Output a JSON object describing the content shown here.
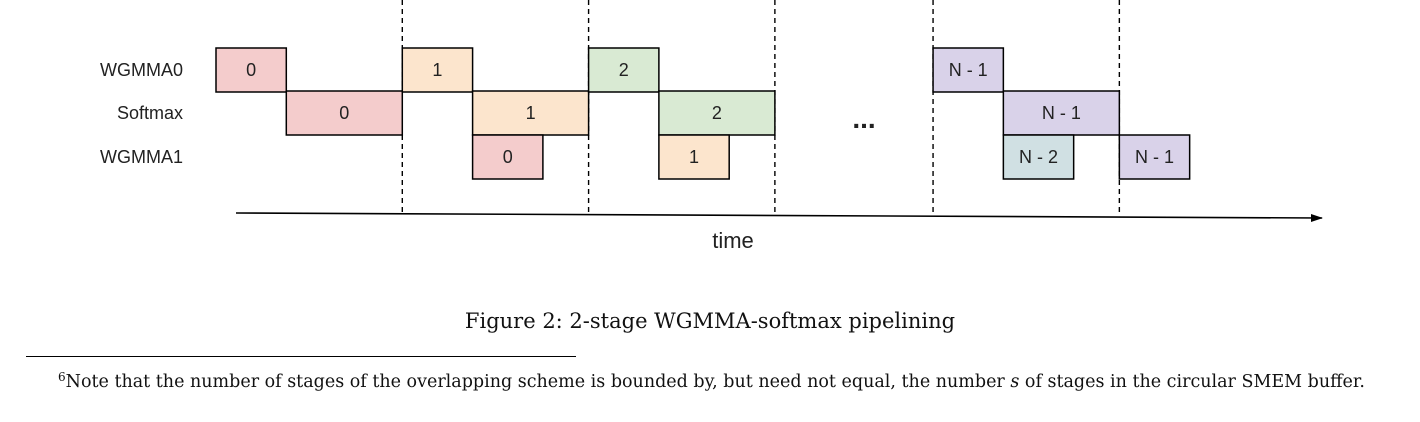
{
  "diagram": {
    "rows": [
      "WGMMA0",
      "Softmax",
      "WGMMA1"
    ],
    "axis_label": "time",
    "ellipsis": "...",
    "colors": {
      "stage0": "#f4cccc",
      "stage1": "#fce5cd",
      "stage2": "#d9ead3",
      "stageN1": "#d9d2e9",
      "stageN2": "#d0e0e3",
      "border": "#000000"
    },
    "blocks": [
      {
        "row": 0,
        "label": "0",
        "start": 0.0,
        "end": 1.0,
        "color": "stage0"
      },
      {
        "row": 1,
        "label": "0",
        "start": 1.0,
        "end": 2.65,
        "color": "stage0"
      },
      {
        "row": 0,
        "label": "1",
        "start": 2.65,
        "end": 3.65,
        "color": "stage1"
      },
      {
        "row": 1,
        "label": "1",
        "start": 3.65,
        "end": 5.3,
        "color": "stage1"
      },
      {
        "row": 2,
        "label": "0",
        "start": 3.65,
        "end": 4.65,
        "color": "stage0"
      },
      {
        "row": 0,
        "label": "2",
        "start": 5.3,
        "end": 6.3,
        "color": "stage2"
      },
      {
        "row": 1,
        "label": "2",
        "start": 6.3,
        "end": 7.95,
        "color": "stage2"
      },
      {
        "row": 2,
        "label": "1",
        "start": 6.3,
        "end": 7.3,
        "color": "stage1"
      },
      {
        "row": 0,
        "label": "N - 1",
        "start": 10.2,
        "end": 11.2,
        "color": "stageN1"
      },
      {
        "row": 1,
        "label": "N - 1",
        "start": 11.2,
        "end": 12.85,
        "color": "stageN1"
      },
      {
        "row": 2,
        "label": "N - 2",
        "start": 11.2,
        "end": 12.2,
        "color": "stageN2"
      },
      {
        "row": 2,
        "label": "N - 1",
        "start": 12.85,
        "end": 13.85,
        "color": "stageN1"
      }
    ],
    "dividers": [
      2.65,
      5.3,
      7.95,
      10.2,
      12.85
    ]
  },
  "caption": "Figure 2: 2-stage WGMMA-softmax pipelining",
  "footnote": {
    "marker": "6",
    "text_before": "Note that the number of stages of the overlapping scheme is bounded by, but need not equal, the number ",
    "variable": "s",
    "text_after": " of stages in the circular SMEM buffer."
  }
}
